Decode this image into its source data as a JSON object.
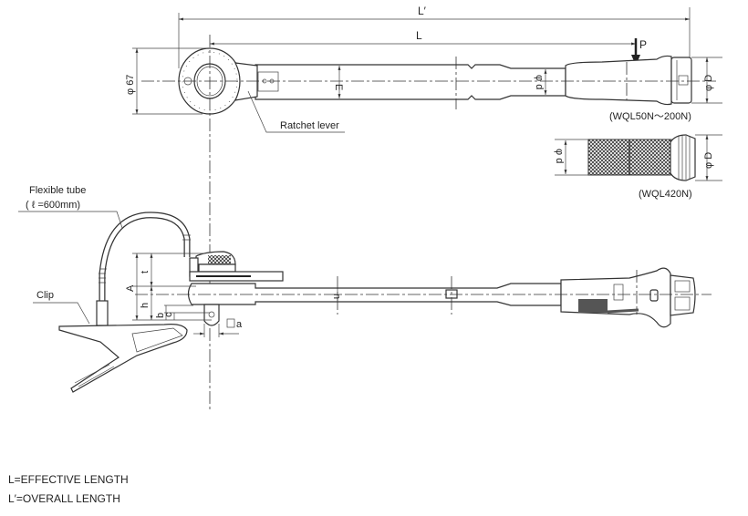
{
  "top_view": {
    "overall_length_label": "L′",
    "effective_length_label": "L",
    "load_point_label": "P",
    "head_diameter_label": "φ 67",
    "shaft_dim_label": "E",
    "grip_small_dia_label": "φ d",
    "grip_large_dia_label": "φ D",
    "ratchet_lever_label": "Ratchet lever",
    "variant_caption": "(WQL50N～200N)"
  },
  "alt_grip": {
    "grip_small_dia_label": "φ d",
    "grip_large_dia_label": "φ D",
    "variant_caption": "(WQL420N)"
  },
  "side_view": {
    "flexible_tube_label": "Flexible tube",
    "flexible_tube_length": "( ℓ =600mm)",
    "clip_label": "Clip",
    "dim_A": "A",
    "dim_t": "t",
    "dim_h": "h",
    "dim_b": "b",
    "dim_c": "c",
    "dim_n": "n",
    "dim_a": "a"
  },
  "legend": {
    "effective": "L=EFFECTIVE LENGTH",
    "overall": "L′=OVERALL LENGTH"
  }
}
